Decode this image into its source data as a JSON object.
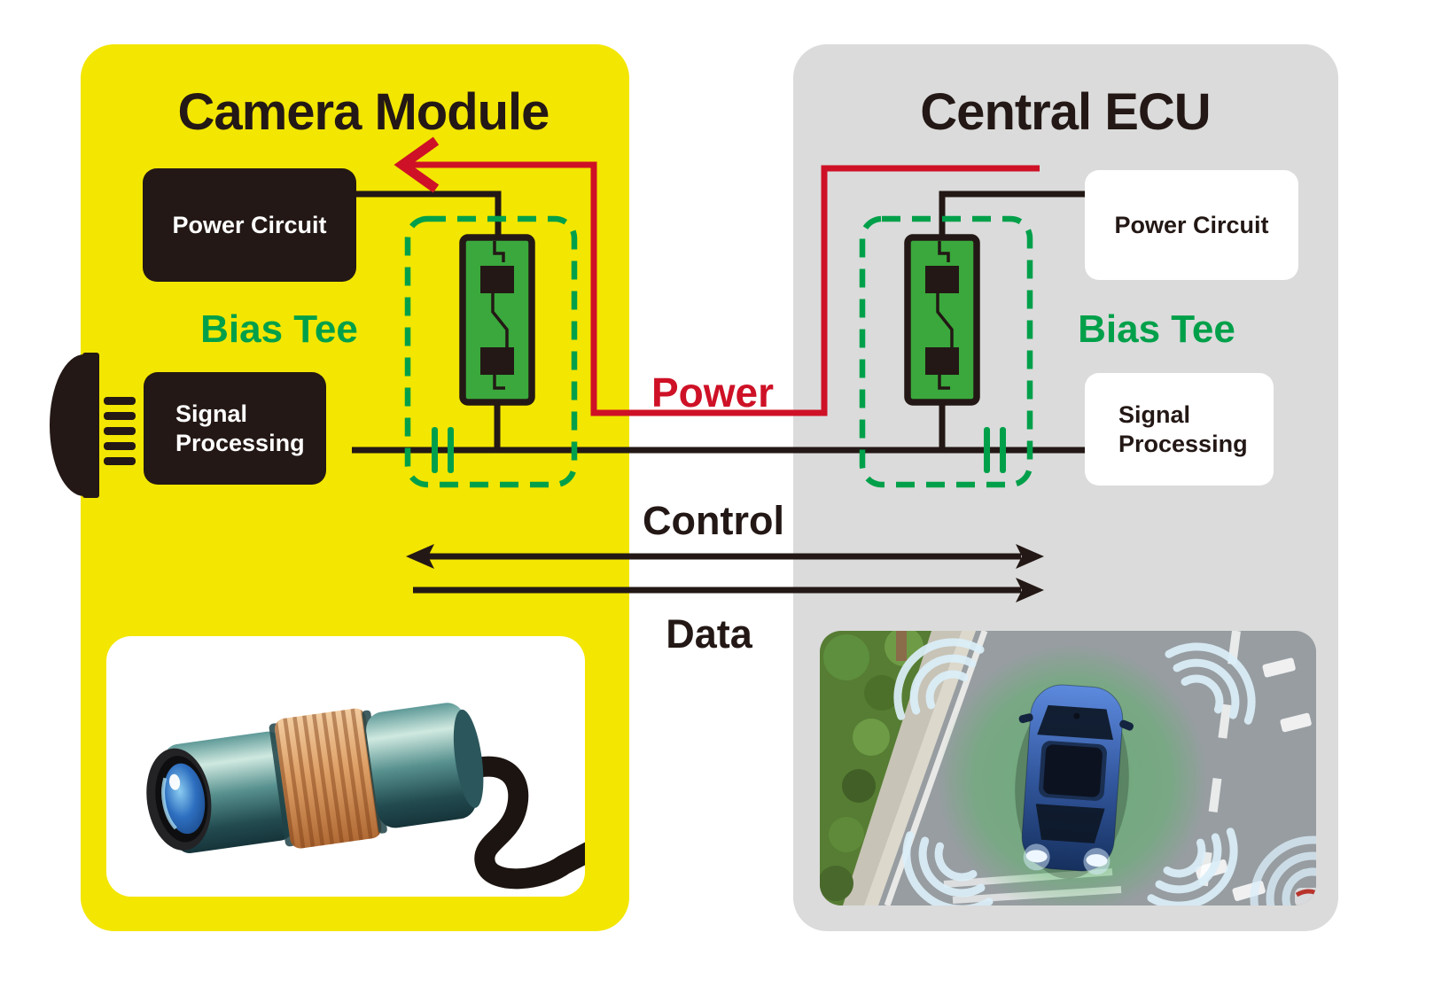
{
  "camera_module": {
    "title": "Camera Module",
    "power_circuit_label": "Power Circuit",
    "bias_tee_label": "Bias Tee",
    "signal_processing_label": "Signal Processing"
  },
  "central_ecu": {
    "title": "Central ECU",
    "power_circuit_label": "Power Circuit",
    "bias_tee_label": "Bias Tee",
    "signal_processing_label": "Signal Processing"
  },
  "connections": {
    "power_label": "Power",
    "control_label": "Control",
    "data_label": "Data"
  },
  "icons": {
    "left_edge": "camera-lens-connector-icon",
    "bottom_left": "camera-module-illustration",
    "bottom_right": "vehicle-surround-sensing-illustration"
  },
  "colors": {
    "camera_panel_bg": "#F3E600",
    "ecu_panel_bg": "#DBDBDB",
    "ink_black": "#231815",
    "power_red": "#CE1126",
    "bias_tee_green": "#00A04A",
    "component_green": "#3AA83C"
  }
}
